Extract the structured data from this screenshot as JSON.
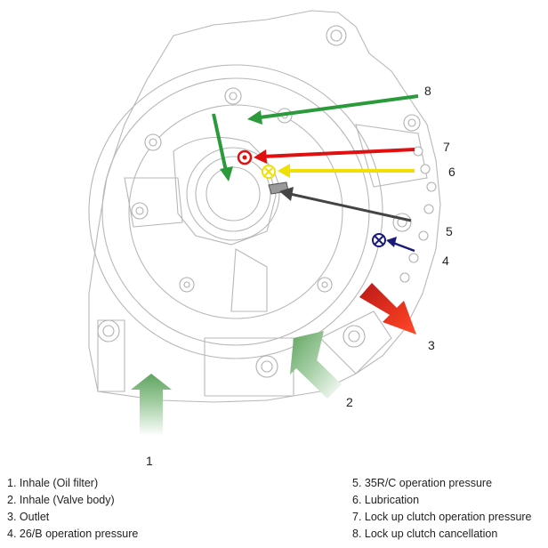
{
  "callouts": [
    "1",
    "2",
    "3",
    "4",
    "5",
    "6",
    "7",
    "8"
  ],
  "legend": [
    "1. Inhale (Oil filter)",
    "2. Inhale (Valve body)",
    "3. Outlet",
    "4. 26/B operation pressure",
    "5. 35R/C operation pressure",
    "6. Lubrication",
    "7. Lock up clutch operation pressure",
    "8. Lock up clutch cancellation"
  ],
  "colors": {
    "inhale": "#6fae6f",
    "outlet": "#e8331e",
    "b26": "#1a1a7a",
    "rc35": "#4a4a4a",
    "lubrication": "#f0e000",
    "lockup_operation": "#e01010",
    "lockup_cancellation": "#2a9a3a",
    "housing_line": "#b8b8b8"
  }
}
